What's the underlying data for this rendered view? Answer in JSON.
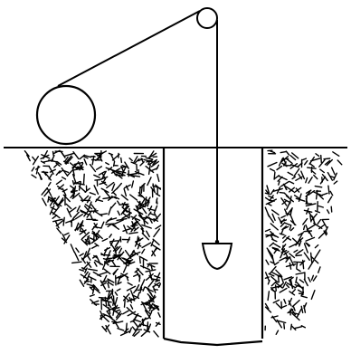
{
  "diagram": {
    "subject": "pulley-and-well-sketch",
    "colors": {
      "background": "#ffffff",
      "ink": "#000000"
    },
    "parts": [
      "winch-drum",
      "top-pulley",
      "rope",
      "ground-line",
      "well-shaft",
      "bucket",
      "soil-hatching-left",
      "soil-hatching-right"
    ]
  }
}
